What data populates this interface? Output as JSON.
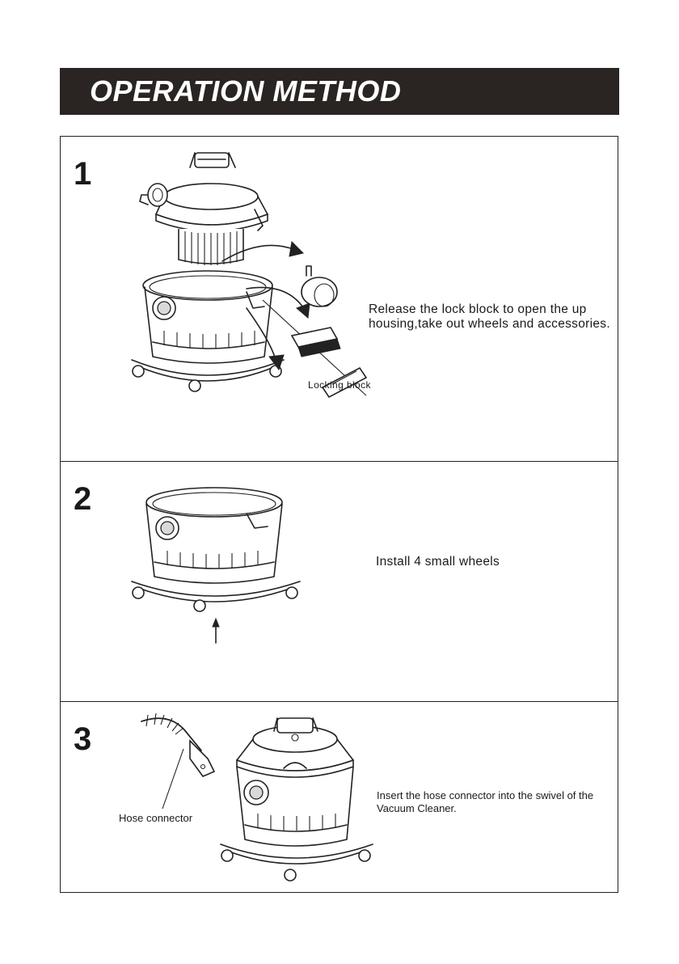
{
  "header": {
    "title": "OPERATION METHOD"
  },
  "steps": [
    {
      "number": "1",
      "description": "Release the lock block to open the up housing,take out wheels and accessories.",
      "labels": {
        "locking_block": "Locking block"
      }
    },
    {
      "number": "2",
      "description": "Install 4 small wheels"
    },
    {
      "number": "3",
      "description": "Insert the hose connector into the swivel of the Vacuum Cleaner.",
      "labels": {
        "hose_connector": "Hose connector"
      }
    }
  ]
}
